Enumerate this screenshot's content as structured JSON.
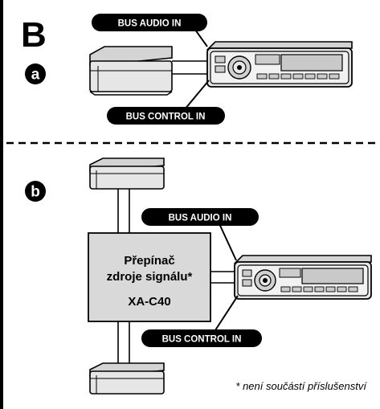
{
  "section": {
    "label": "B"
  },
  "panel_a": {
    "badge": "a",
    "bus_audio_in": "BUS AUDIO IN",
    "bus_control_in": "BUS CONTROL IN"
  },
  "panel_b": {
    "badge": "b",
    "bus_audio_in": "BUS AUDIO IN",
    "bus_control_in": "BUS CONTROL IN",
    "switch_line1": "Přepínač",
    "switch_line2": "zdroje signálu*",
    "switch_model": "XA-C40",
    "footnote": "* není součástí příslušenství"
  },
  "colors": {
    "ink": "#000000",
    "box_fill": "#d9d9d9",
    "device_fill": "#e6e6e6",
    "display_fill": "#c9c9c9"
  }
}
